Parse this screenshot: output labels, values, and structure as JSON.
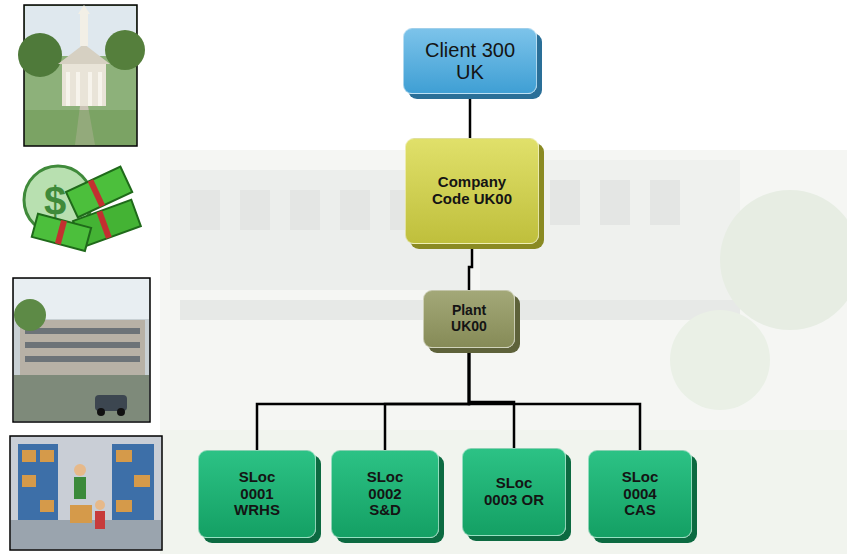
{
  "diagram": {
    "nodes": [
      {
        "text": [
          "Client 300 UK"
        ]
      },
      {
        "text": [
          "Company Code UK00"
        ]
      },
      {
        "text": [
          "Plant UK00"
        ]
      },
      {
        "text": [
          "SLoc 0001 WRHS"
        ]
      },
      {
        "text": [
          "SLoc 0002 S&D"
        ]
      },
      {
        "text": [
          "SLoc 0003 OR"
        ]
      },
      {
        "text": [
          "SLoc 0004 CAS"
        ]
      }
    ],
    "edges": [
      {
        "from": 0,
        "to": 1,
        "arrow": "none"
      },
      {
        "from": 1,
        "to": 2,
        "arrow": "none"
      },
      {
        "from": 2,
        "to": 3,
        "arrow": "none"
      },
      {
        "from": 2,
        "to": 4,
        "arrow": "none"
      },
      {
        "from": 2,
        "to": 5,
        "arrow": "none"
      },
      {
        "from": 2,
        "to": 6,
        "arrow": "none"
      }
    ]
  }
}
